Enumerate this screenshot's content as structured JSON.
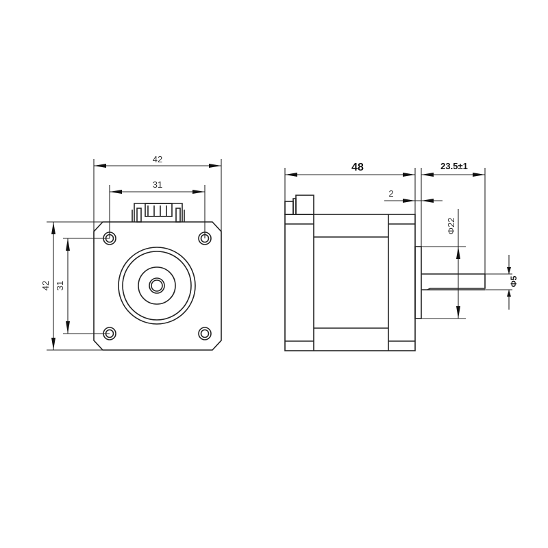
{
  "drawing": {
    "front_view": {
      "width_label": "42",
      "hole_spacing_h_label": "31",
      "height_label": "42",
      "hole_spacing_v_label": "31"
    },
    "side_view": {
      "body_length_label": "48",
      "shaft_length_label": "23.5±1",
      "boss_height_label": "2",
      "boss_diameter_label": "Φ22",
      "shaft_diameter_label": "Φ5"
    }
  }
}
